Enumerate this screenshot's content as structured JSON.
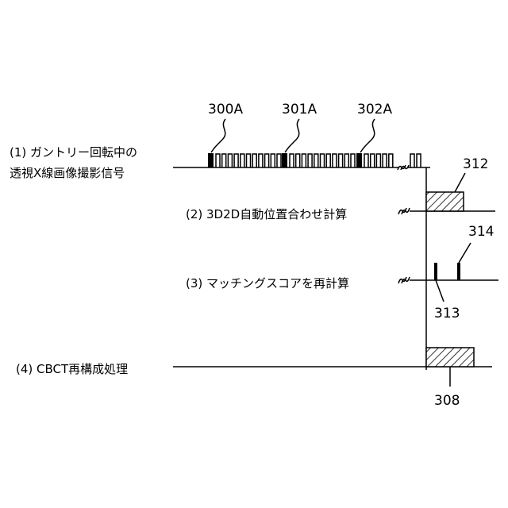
{
  "rows": [
    {
      "id": "gantry-xray",
      "label_lines": [
        "(1) ガントリー回転中の",
        "透視X線画像撮影信号"
      ]
    },
    {
      "id": "registration",
      "label_lines": [
        "(2) 3D2D自動位置合わせ計算"
      ]
    },
    {
      "id": "matching",
      "label_lines": [
        "(3) マッチングスコアを再計算"
      ]
    },
    {
      "id": "cbct",
      "label_lines": [
        "(4) CBCT再構成処理"
      ]
    }
  ],
  "reference_labels": {
    "pulse_300a": "300A",
    "pulse_301a": "301A",
    "pulse_302a": "302A",
    "block_312": "312",
    "mark_313": "313",
    "mark_314": "314",
    "block_308": "308"
  }
}
